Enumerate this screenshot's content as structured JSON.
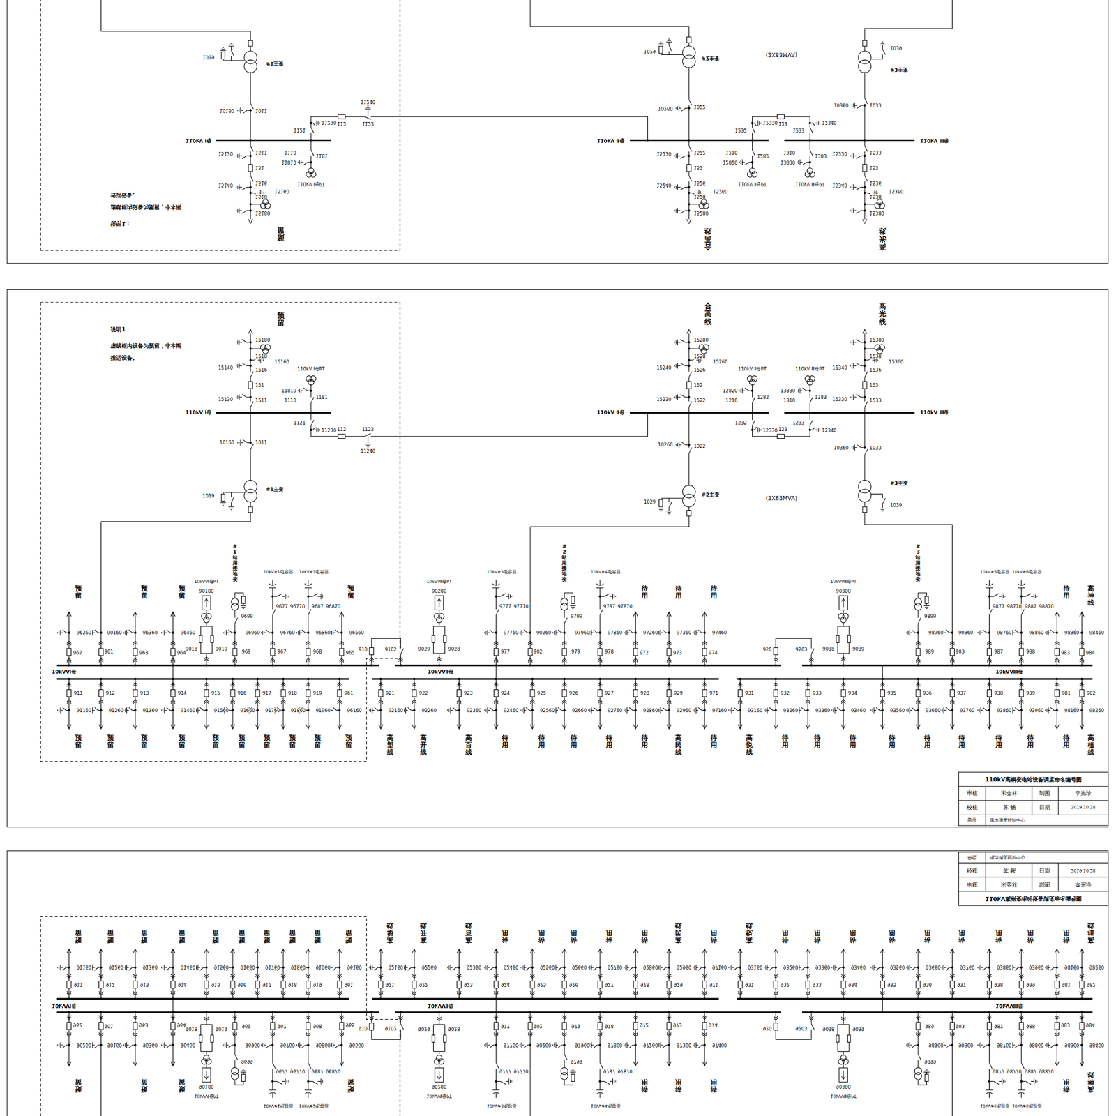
{
  "diagram": {
    "labels": [
      "说明1：",
      "虚线框内设备为预留，非本期 投运设备。",
      "预留",
      "15180",
      "1518",
      "15160",
      "15140",
      "1516",
      "151",
      "15130",
      "1511",
      "110kV Ⅰ母",
      "110kV Ⅰ母PT",
      "11810",
      "1181",
      "1110",
      "10160",
      "1011",
      "1121",
      "11230",
      "112",
      "1122",
      "11240",
      "#1主变",
      "1019",
      "110kV Ⅱ母",
      "合高线",
      "15280",
      "1528",
      "15260",
      "15240",
      "1526",
      "152",
      "15230",
      "1522",
      "110kV Ⅱ母PT",
      "12820",
      "1282",
      "1210",
      "1232",
      "12330",
      "123",
      "1233",
      "12340",
      "110kV Ⅲ母",
      "110kV Ⅲ母PT",
      "13830",
      "1383",
      "1310",
      "高光线",
      "15380",
      "1538",
      "15360",
      "15340",
      "1536",
      "153",
      "15330",
      "1533",
      "10260",
      "1022",
      "#2主变",
      "1029",
      "(2X63MVA)",
      "10360",
      "1033",
      "#3主变",
      "1039",
      "预留",
      "96260",
      "962",
      "90160",
      "901",
      "预留",
      "96360",
      "963",
      "预留",
      "96460",
      "964",
      "10kVⅥ母PT",
      "90180",
      "9018",
      "9019",
      "#1站用接地变",
      "9699",
      "96960",
      "969",
      "10kV#1电容器",
      "9677",
      "96770",
      "96760",
      "967",
      "10kV#2电容器",
      "9687",
      "96870",
      "96860",
      "968",
      "预留",
      "96560",
      "965",
      "10kVⅥ母",
      "910",
      "9102",
      "911",
      "91160",
      "预留",
      "912",
      "91260",
      "预留",
      "913",
      "91360",
      "预留",
      "914",
      "91460",
      "预留",
      "915",
      "91560",
      "预留",
      "916",
      "91660",
      "预留",
      "917",
      "91760",
      "预留",
      "918",
      "91860",
      "预留",
      "919",
      "91960",
      "预留",
      "961",
      "96160",
      "预留",
      "10kVⅦ母PT",
      "90280",
      "9029",
      "9028",
      "10kV#3电容器",
      "9777",
      "97770",
      "97760",
      "977",
      "90260",
      "902",
      "#2站用接地变",
      "9799",
      "97960",
      "979",
      "10kV#4电容器",
      "9787",
      "97870",
      "97860",
      "978",
      "待用",
      "97260",
      "972",
      "待用",
      "97360",
      "973",
      "待用",
      "97460",
      "974",
      "10kVⅦ母",
      "920",
      "9203",
      "921",
      "92160",
      "高塑线",
      "922",
      "92260",
      "高开线",
      "923",
      "92360",
      "高百线",
      "924",
      "92460",
      "待用",
      "925",
      "92560",
      "待用",
      "926",
      "92660",
      "待用",
      "927",
      "92760",
      "待用",
      "928",
      "92860",
      "待用",
      "929",
      "92960",
      "高民线",
      "971",
      "97160",
      "待用",
      "10kVⅧ母PT",
      "90380",
      "9038",
      "9039",
      "#3站用接地变",
      "9899",
      "98960",
      "989",
      "90360",
      "903",
      "10kV#5电容器",
      "9877",
      "98770",
      "98760",
      "987",
      "10kV#6电容器",
      "9887",
      "98870",
      "98860",
      "988",
      "待用",
      "98360",
      "983",
      "高神线",
      "98460",
      "984",
      "10kVⅧ母",
      "931",
      "93160",
      "高悦线",
      "932",
      "93260",
      "待用",
      "933",
      "93360",
      "待用",
      "934",
      "93460",
      "待用",
      "935",
      "93560",
      "待用",
      "936",
      "93660",
      "待用",
      "937",
      "93760",
      "待用",
      "938",
      "93860",
      "待用",
      "939",
      "93960",
      "待用",
      "981",
      "98160",
      "待用",
      "982",
      "98260",
      "高植线",
      "110kV高桐变电站设备调度命名编号图",
      "审核",
      "宋金林",
      "制图",
      "李光珍",
      "校核",
      "苏 畅",
      "日期",
      "2019.10.28",
      "单位",
      "电力调度控制中心",
      "说明1：",
      "虚线框内设备为预留，非本期 投运设备。",
      "预留",
      "15180",
      "1518",
      "15160",
      "15140",
      "1516",
      "151",
      "15130",
      "1511",
      "110kV Ⅰ母",
      "110kV Ⅰ母PT",
      "11810",
      "1181",
      "1110",
      "10160",
      "1011",
      "1121",
      "11230",
      "112",
      "1122",
      "11240",
      "#1主变",
      "1019",
      "110kV Ⅱ母",
      "合高线",
      "15280",
      "1528",
      "15260",
      "15240",
      "1526",
      "152",
      "15230",
      "1522",
      "110kV Ⅱ母PT",
      "12820",
      "1282",
      "1210",
      "1232",
      "12330",
      "123",
      "1233",
      "12340",
      "110kV Ⅲ母",
      "110kV Ⅲ母PT",
      "13830",
      "1383",
      "1310",
      "高光线",
      "15380",
      "1538",
      "15360",
      "15340",
      "1536",
      "153",
      "15330",
      "1533",
      "10260",
      "1022",
      "#2主变",
      "1029",
      "(2X63MVA)",
      "10360",
      "1033",
      "#3主变",
      "1039",
      "预留",
      "96260",
      "962",
      "90160",
      "901",
      "预留",
      "96360",
      "963",
      "预留",
      "96460",
      "964",
      "10kVⅥ母PT",
      "90180",
      "9018",
      "9019",
      "9699",
      "96960",
      "969",
      "10kV#1电容器",
      "9677",
      "96770",
      "96760",
      "967",
      "10kV#2电容器",
      "9687",
      "96870",
      "96860",
      "968",
      "预留",
      "96560",
      "965",
      "10kVⅥ母",
      "910",
      "9102",
      "911",
      "91160",
      "预留",
      "912",
      "91260",
      "预留",
      "913",
      "91360",
      "预留",
      "914",
      "91460",
      "预留",
      "915",
      "91560",
      "预留",
      "916",
      "91660",
      "预留",
      "917",
      "91760",
      "预留",
      "918",
      "91860",
      "预留",
      "919",
      "91960",
      "预留",
      "961",
      "96160",
      "预留",
      "10kVⅦ母PT",
      "90280",
      "9029",
      "9028",
      "10kV#3电容器",
      "9777",
      "97770",
      "97760",
      "977",
      "90260",
      "902",
      "9799",
      "97960",
      "979",
      "10kV#4电容器",
      "9787",
      "97870",
      "97860",
      "978",
      "待用",
      "97260",
      "972",
      "待用",
      "97360",
      "973",
      "待用",
      "97460",
      "974",
      "10kVⅦ母",
      "920",
      "9203",
      "921",
      "92160",
      "高塑线",
      "922",
      "92260",
      "高开线",
      "923",
      "92360",
      "高百线",
      "924",
      "92460",
      "待用",
      "925",
      "92560",
      "待用",
      "926",
      "92660",
      "待用",
      "927",
      "92760",
      "待用",
      "928",
      "92860",
      "待用",
      "929",
      "92960",
      "高民线",
      "971",
      "97160",
      "待用",
      "10kVⅧ母PT",
      "90380",
      "9038",
      "9039",
      "9899",
      "98960",
      "989",
      "90360",
      "903",
      "10kV#5电容器",
      "9877",
      "98770",
      "98760",
      "987",
      "10kV#6电容器",
      "9887",
      "98870",
      "98860",
      "988",
      "待用",
      "98360",
      "983",
      "高神线",
      "98460",
      "984",
      "10kVⅧ母",
      "931",
      "93160",
      "高悦线",
      "932",
      "93260",
      "待用",
      "933",
      "93360",
      "待用",
      "934",
      "93460",
      "待用",
      "935",
      "93560",
      "待用",
      "936",
      "93660",
      "待用",
      "937",
      "93760",
      "待用",
      "938",
      "93860",
      "待用",
      "939",
      "93960",
      "待用",
      "981",
      "98160",
      "待用",
      "982",
      "98260",
      "高植线",
      "110kV高桐变电站设备调度命名编号图",
      "审核",
      "宋金林",
      "制图",
      "李光珍",
      "校核",
      "苏 畅",
      "日期",
      "2019.10.28",
      "单位",
      "电力调度控制中心"
    ]
  }
}
